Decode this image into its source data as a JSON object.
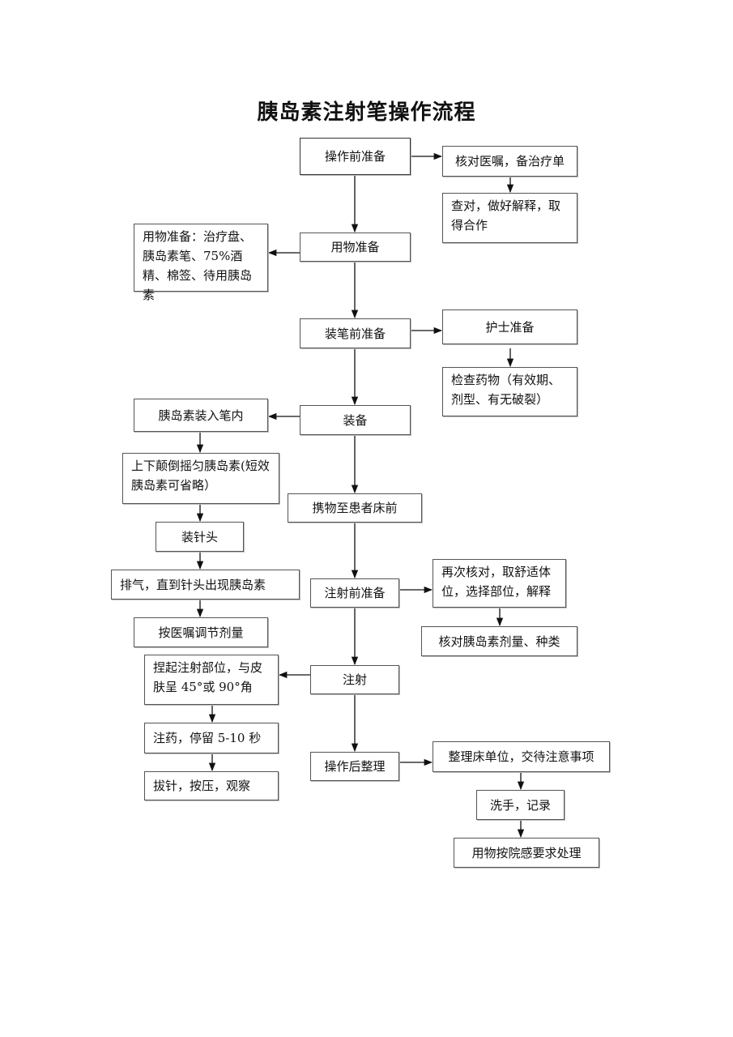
{
  "title": "胰岛素注射笔操作流程",
  "nodes": {
    "prep": "操作前准备",
    "check_order": "核对医嘱，备治疗单",
    "explain": "查对，做好解释，取得合作",
    "supplies_detail": "用物准备：治疗盘、胰岛素笔、75%酒精、棉签、待用胰岛素",
    "supplies": "用物准备",
    "pen_prep": "装笔前准备",
    "nurse_prep": "护士准备",
    "check_drug": "检查药物（有效期、剂型、有无破裂）",
    "load": "胰岛素装入笔内",
    "assemble": "装备",
    "mix": "上下颠倒摇匀胰岛素(短效胰岛素可省略）",
    "to_bed": "携物至患者床前",
    "needle": "装针头",
    "prime": "排气，直到针头出现胰岛素",
    "inject_prep": "注射前准备",
    "recheck": "再次核对，取舒适体位，选择部位，解释",
    "dose": "按医嘱调节剂量",
    "verify_dose": "核对胰岛素剂量、种类",
    "pinch": "捏起注射部位，与皮肤呈 45°或 90°角",
    "inject": "注射",
    "hold": "注药，停留 5-10 秒",
    "post": "操作后整理",
    "tidy": "整理床单位，交待注意事项",
    "withdraw": "拔针，按压，观察",
    "wash": "洗手，记录",
    "dispose": "用物按院感要求处理"
  }
}
